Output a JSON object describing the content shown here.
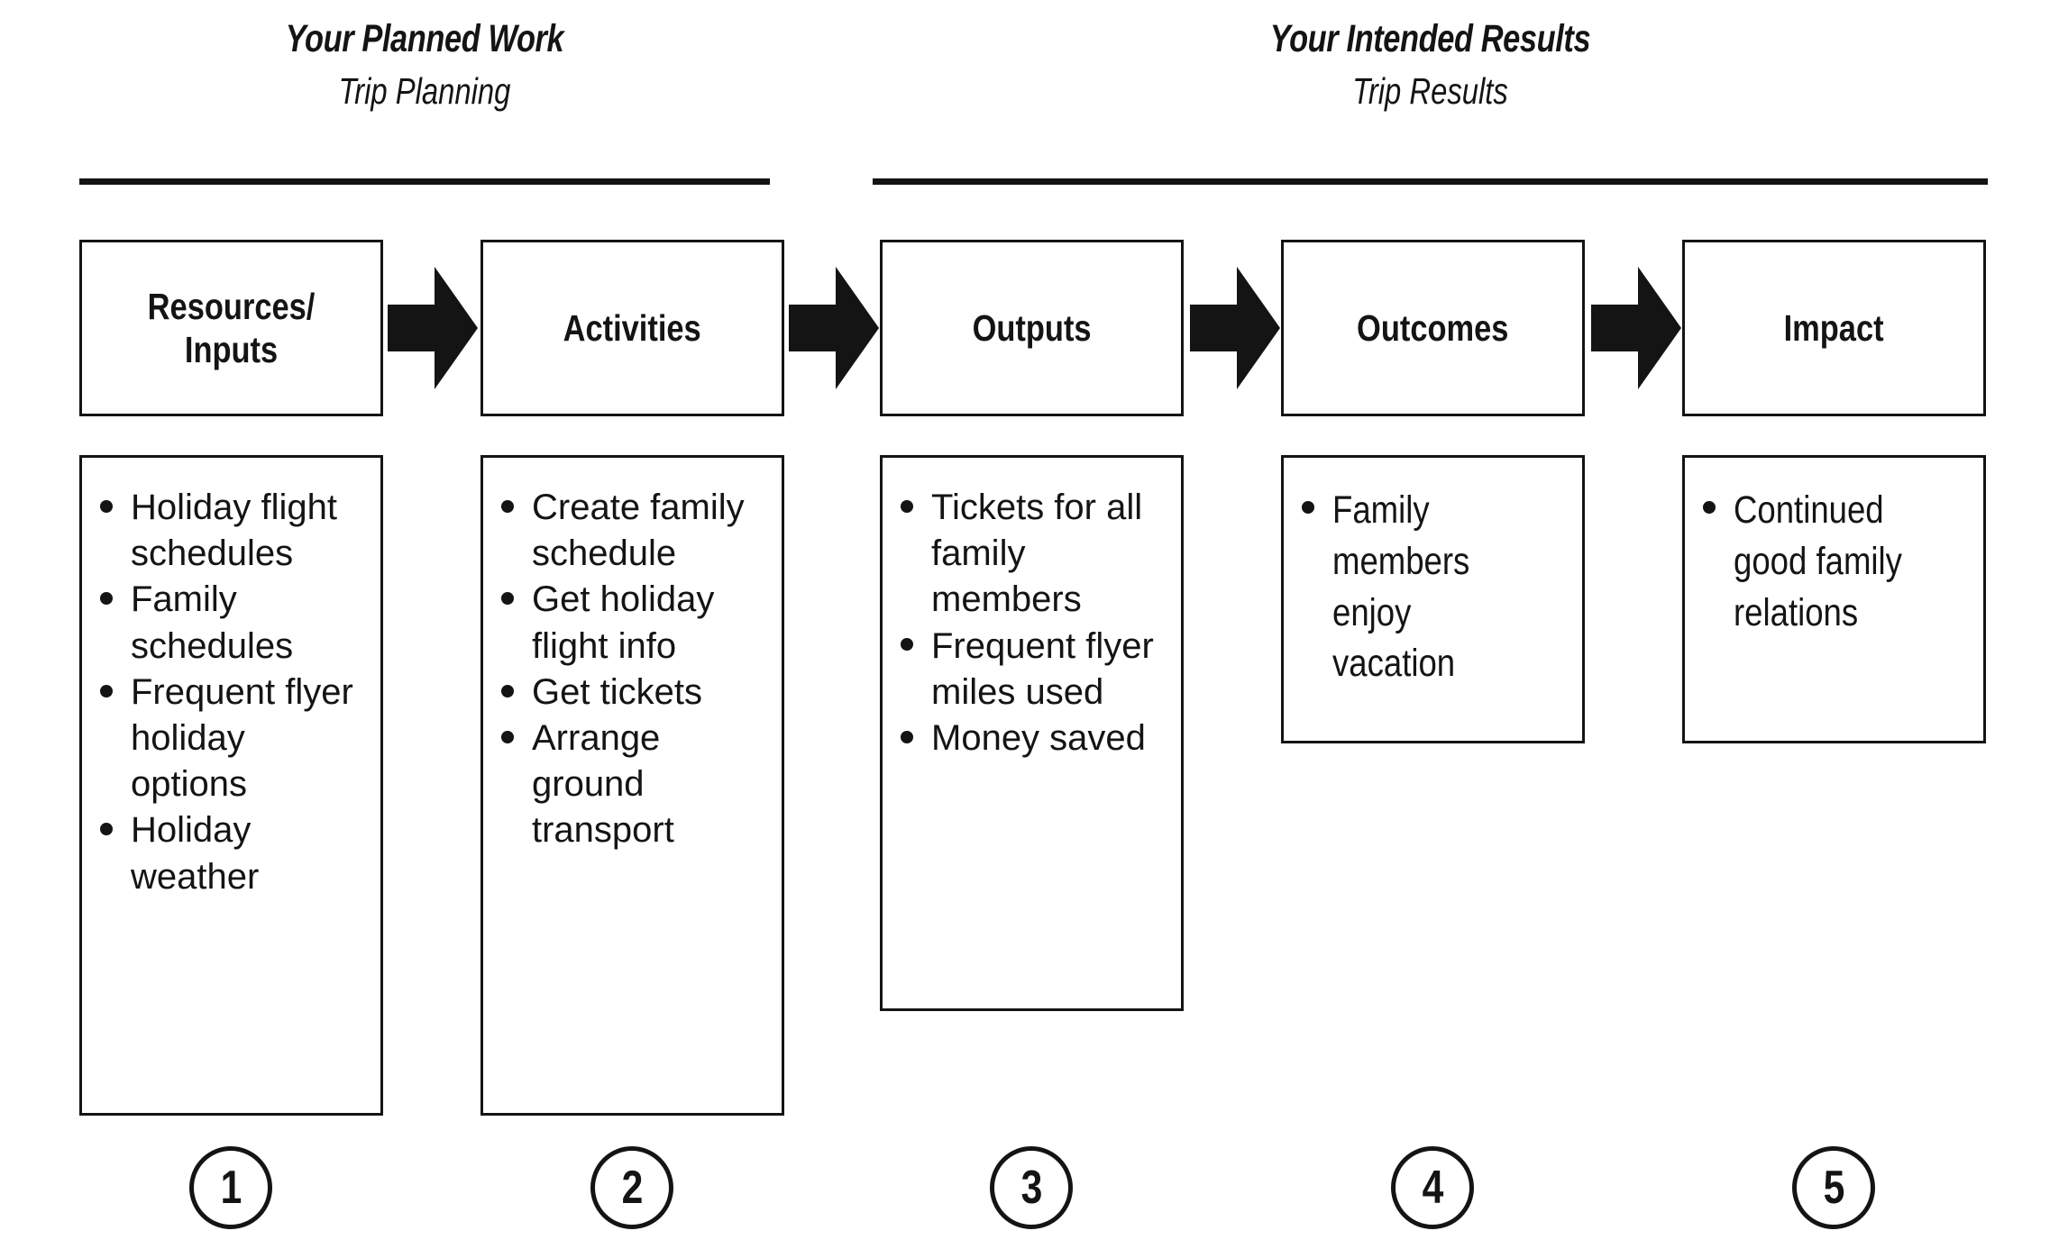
{
  "sections": [
    {
      "title": "Your Planned Work",
      "subtitle": "Trip Planning"
    },
    {
      "title": "Your Intended Results",
      "subtitle": "Trip Results"
    }
  ],
  "stages": [
    {
      "number": "1",
      "label": "Resources/\nInputs",
      "items": [
        "Holiday flight schedules",
        "Family schedules",
        "Frequent flyer holiday options",
        "Holiday weather"
      ]
    },
    {
      "number": "2",
      "label": "Activities",
      "items": [
        "Create family schedule",
        "Get holiday flight info",
        "Get tickets",
        "Arrange ground transport"
      ]
    },
    {
      "number": "3",
      "label": "Outputs",
      "items": [
        "Tickets for all family members",
        "Frequent flyer miles used",
        "Money saved"
      ]
    },
    {
      "number": "4",
      "label": "Outcomes",
      "items": [
        "Family members enjoy vacation"
      ]
    },
    {
      "number": "5",
      "label": "Impact",
      "items": [
        "Continued good family relations"
      ]
    }
  ],
  "icons": {
    "arrow": "right-block-arrow"
  },
  "colors": {
    "ink": "#141414",
    "background": "#ffffff"
  }
}
